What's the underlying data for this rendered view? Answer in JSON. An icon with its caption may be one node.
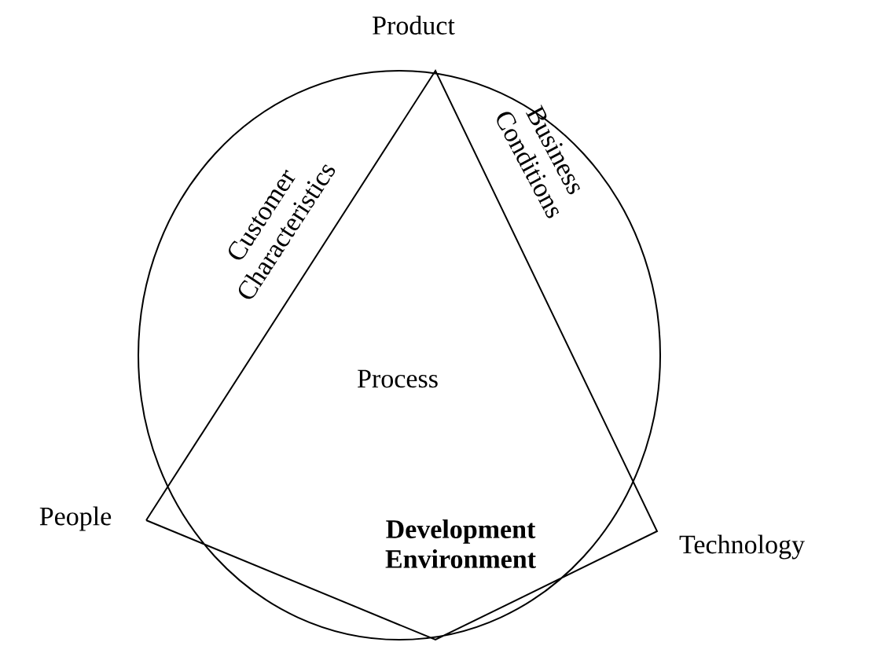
{
  "diagram": {
    "labels": [
      "Product",
      "Customer Characteristics",
      "Business Conditions",
      "Process",
      "People",
      "Development Environment",
      "Technology"
    ]
  }
}
